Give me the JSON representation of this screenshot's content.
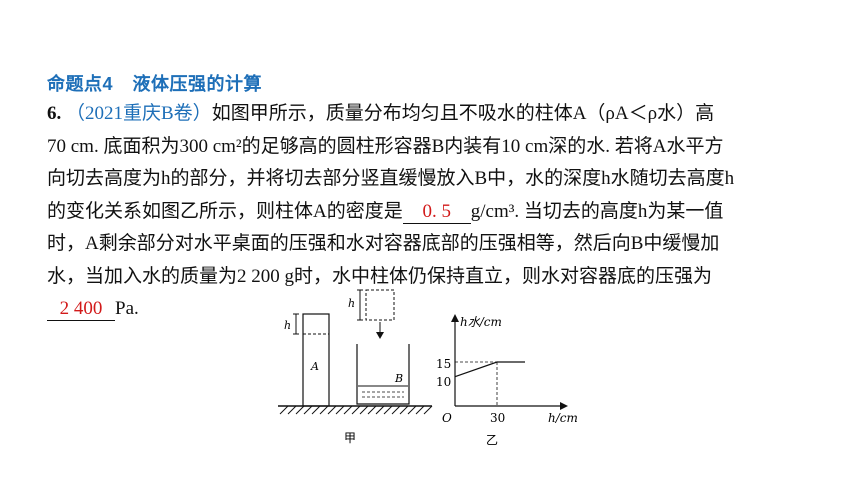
{
  "heading": {
    "number": "命题点4",
    "title": "液体压强的计算"
  },
  "problem": {
    "number": "6.",
    "source": "（2021重庆B卷）",
    "line1": "如图甲所示，质量分布均匀且不吸水的柱体A（ρA＜ρ水）高",
    "line2": "70 cm. 底面积为300 cm²的足够高的圆柱形容器B内装有10 cm深的水. 若将A水平方",
    "line3": "向切去高度为h的部分，并将切去部分竖直缓慢放入B中，水的深度h水随切去高度h",
    "line4_before": "的变化关系如图乙所示，则柱体A的密度是",
    "answer1": "0. 5",
    "line4_after": "g/cm³. 当切去的高度h为某一值",
    "line5": "时，A剩余部分对水平桌面的压强和水对容器底部的压强相等，然后向B中缓慢加",
    "line6": "水，当加入水的质量为2 200 g时，水中柱体仍保持直立，则水对容器底的压强为",
    "answer2": "2 400",
    "unit2": "Pa."
  },
  "figure_a": {
    "caption": "甲",
    "label_h_left": "h",
    "label_A": "A",
    "label_h_top": "h",
    "label_B": "B"
  },
  "figure_b": {
    "caption": "乙",
    "ylabel": "h水/cm",
    "xlabel": "h/cm",
    "origin": "O",
    "y_ticks": [
      "15",
      "10"
    ],
    "x_ticks": [
      "30"
    ]
  },
  "chart_data": {
    "type": "line",
    "title": "",
    "xlabel": "h/cm",
    "ylabel": "h水/cm",
    "series": [
      {
        "x": [
          0,
          30,
          50
        ],
        "y": [
          10,
          15,
          15
        ]
      }
    ],
    "x_ticks": [
      30
    ],
    "y_ticks": [
      10,
      15
    ]
  }
}
